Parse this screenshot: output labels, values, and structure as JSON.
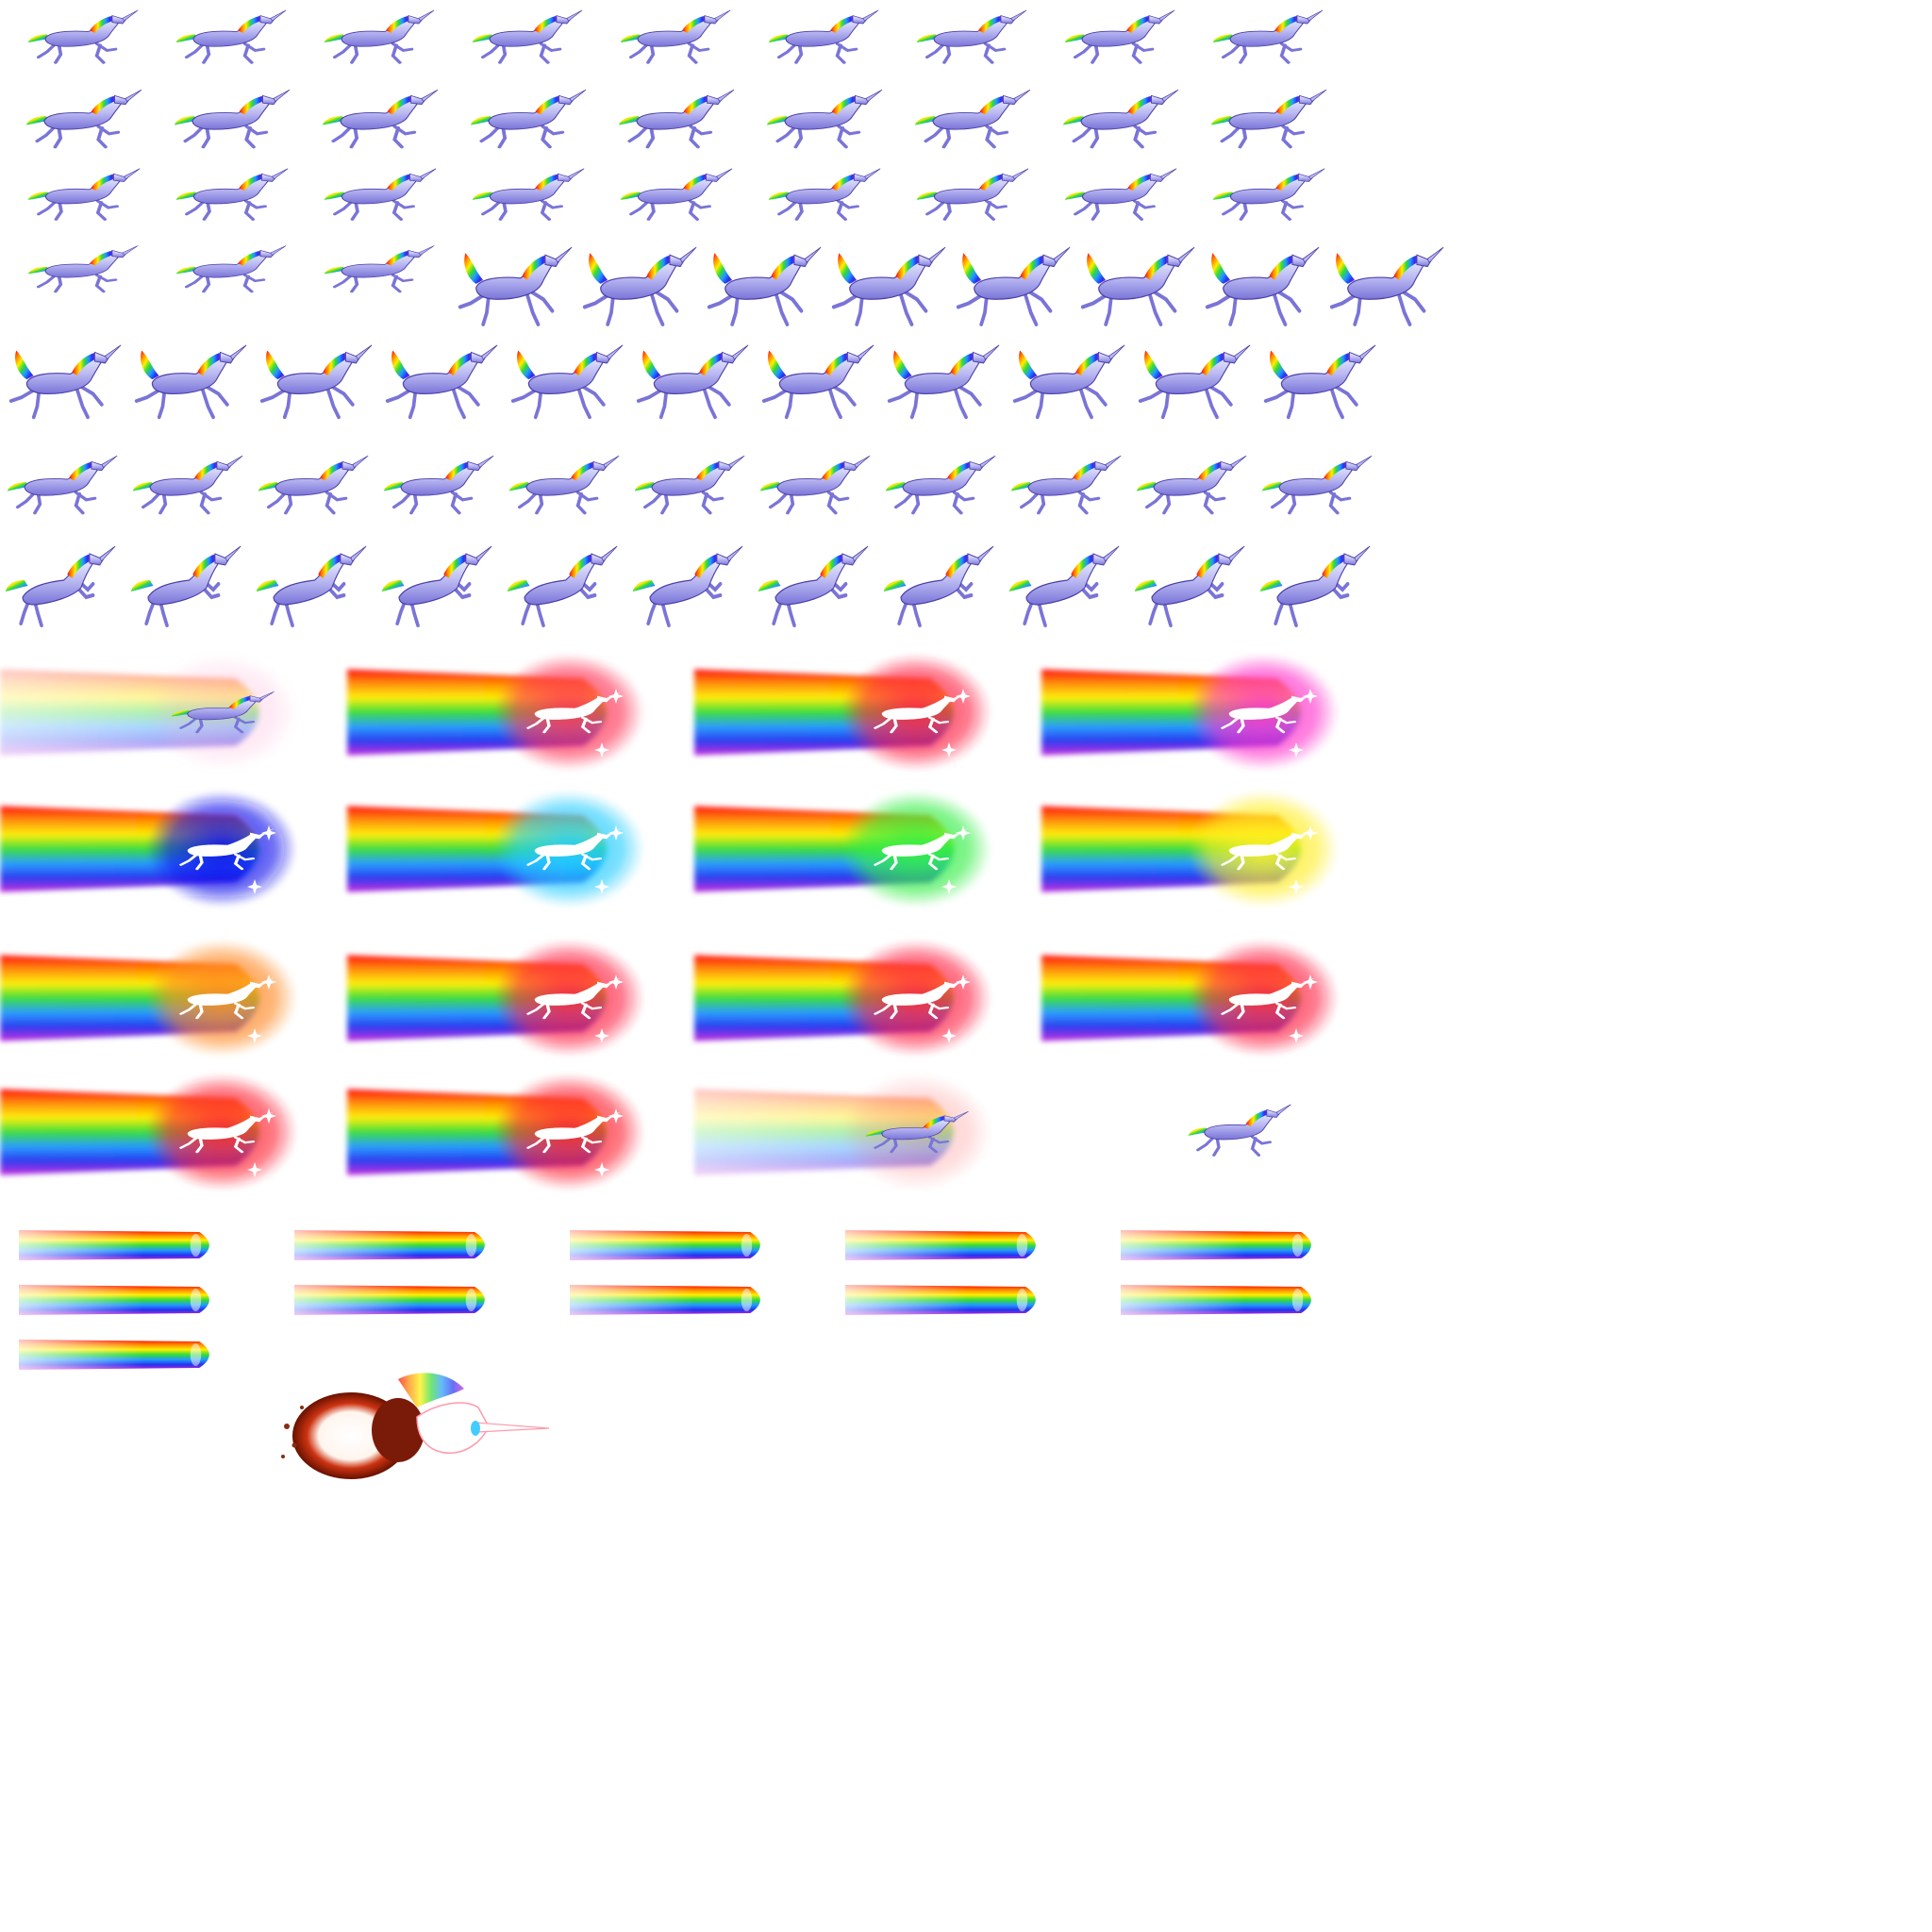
{
  "sheet": {
    "background": "#ffffff",
    "rainbow_colors": [
      "#ff0000",
      "#ff8800",
      "#ffee00",
      "#33dd33",
      "#2299ff",
      "#2233ee",
      "#cc22dd"
    ],
    "unicorn_body_colors": [
      "#eef0ff",
      "#b9b8f2",
      "#7a74d8",
      "#4b3fa6"
    ],
    "sections": [
      {
        "name": "gallop",
        "rows": [
          9,
          9,
          9
        ],
        "sprite": "silver-unicorn-running"
      },
      {
        "name": "leap",
        "rows": [
          11,
          11,
          11
        ],
        "sprite": "silver-unicorn-leaping"
      },
      {
        "name": "rear",
        "rows": [
          11
        ],
        "sprite": "silver-unicorn-rearing"
      },
      {
        "name": "rainbow-dash",
        "rows": [
          4,
          4,
          4,
          3
        ],
        "sprite": "unicorn-rainbow-dash",
        "glow_colors": [
          "#ff99cc",
          "#ff3355",
          "#ff2244",
          "#ff33cc",
          "#1111ee",
          "#22ccff",
          "#33ee44",
          "#ffee22",
          "#ff8822",
          "#ff2244",
          "#ff2244",
          "#ff2244",
          "#ff2233",
          "#ff2233",
          "#ff5555"
        ]
      },
      {
        "name": "standalone-unicorn",
        "rows": [
          1
        ],
        "sprite": "silver-unicorn-running"
      },
      {
        "name": "rainbow-trail",
        "rows": [
          5,
          5,
          1
        ],
        "sprite": "rainbow-trail"
      },
      {
        "name": "explosion",
        "rows": [
          1
        ],
        "sprite": "unicorn-explosion"
      }
    ]
  }
}
